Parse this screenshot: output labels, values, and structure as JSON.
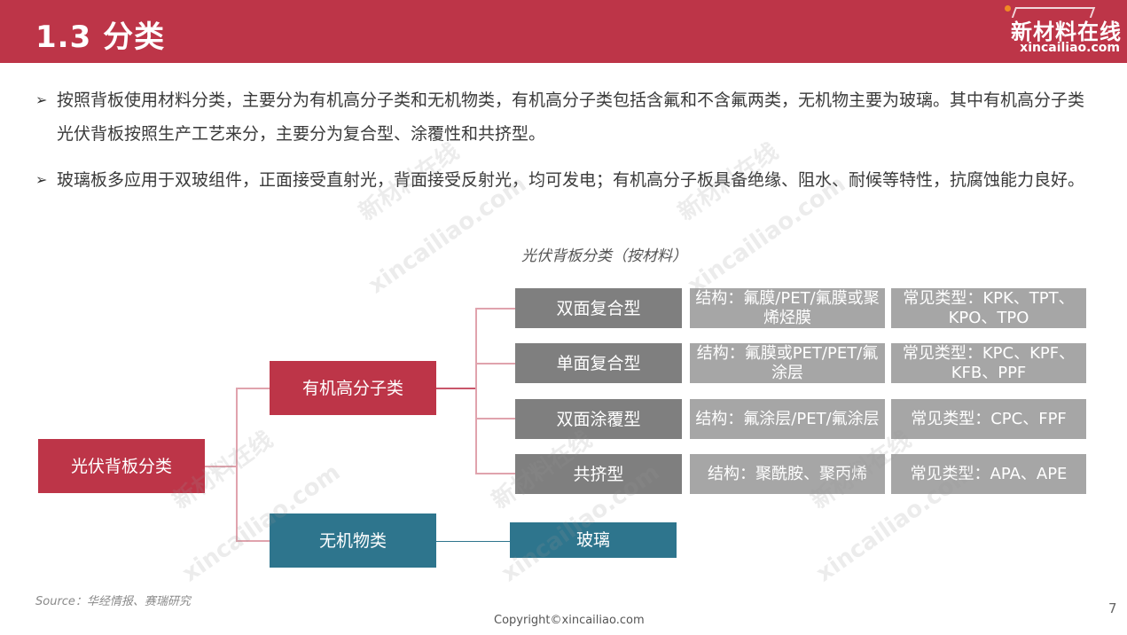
{
  "header": {
    "title": "1.3 分类",
    "logo_cn": "新材料在线",
    "logo_en": "xincailiao.com",
    "bg_color": "#bd3548"
  },
  "bullets": [
    {
      "marker": "➢",
      "text": "按照背板使用材料分类，主要分为有机高分子类和无机物类，有机高分子类包括含氟和不含氟两类，无机物主要为玻璃。其中有机高分子类光伏背板按照生产工艺来分，主要分为复合型、涂覆性和共挤型。"
    },
    {
      "marker": "➢",
      "text": "玻璃板多应用于双玻组件，正面接受直射光，背面接受反射光，均可发电；有机高分子板具备绝缘、阻水、耐候等特性，抗腐蚀能力良好。"
    }
  ],
  "diagram": {
    "title": "光伏背板分类（按材料）",
    "root": "光伏背板分类",
    "organic": "有机高分子类",
    "inorganic": "无机物类",
    "glass": "玻璃",
    "rows": [
      {
        "type": "双面复合型",
        "structure": "结构：氟膜/PET/氟膜或聚烯烃膜",
        "examples": "常见类型：KPK、TPT、KPO、TPO"
      },
      {
        "type": "单面复合型",
        "structure": "结构：氟膜或PET/PET/氟涂层",
        "examples": "常见类型：KPC、KPF、KFB、PPF"
      },
      {
        "type": "双面涂覆型",
        "structure": "结构：氟涂层/PET/氟涂层",
        "examples": "常见类型：CPC、FPF"
      },
      {
        "type": "共挤型",
        "structure": "结构：聚酰胺、聚丙烯",
        "examples": "常见类型：APA、APE"
      }
    ],
    "colors": {
      "red": "#bd3548",
      "teal": "#2e758d",
      "dark_gray": "#7f7f7f",
      "light_gray": "#a6a6a6"
    }
  },
  "footer": {
    "source": "Source：华经情报、赛瑞研究",
    "copyright": "Copyright©xincailiao.com",
    "page_number": "7"
  },
  "watermark": {
    "cn": "新材料在线",
    "en": "xincailiao.com"
  }
}
